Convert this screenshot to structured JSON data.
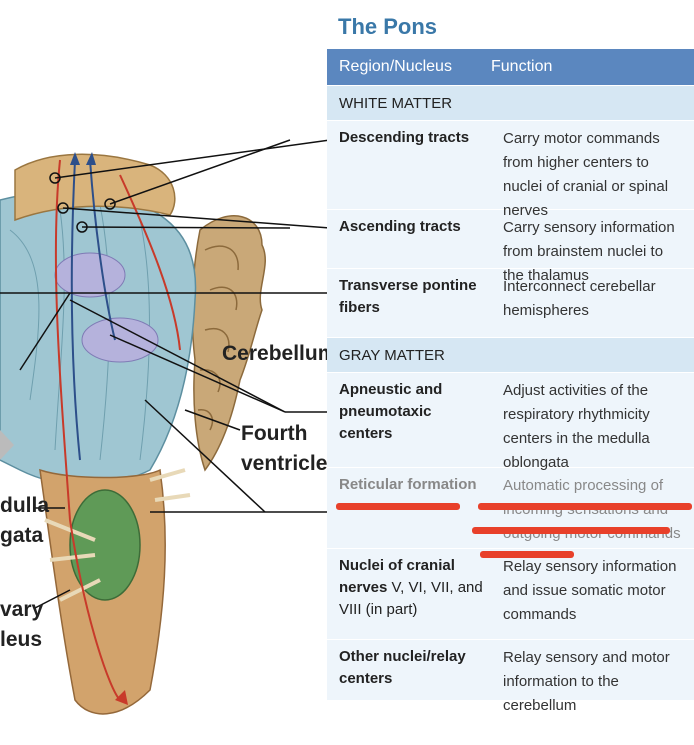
{
  "title": "The Pons",
  "table": {
    "headers": [
      "Region/Nucleus",
      "Function"
    ],
    "sections": [
      {
        "name": "WHITE MATTER",
        "rows": [
          {
            "region": "Descending tracts",
            "function": "Carry motor commands from higher centers to nuclei of cranial or spinal nerves"
          },
          {
            "region": "Ascending tracts",
            "function": "Carry sensory information from brainstem nuclei to the thalamus"
          },
          {
            "region": "Transverse pontine fibers",
            "function": "Interconnect cerebellar hemispheres"
          }
        ]
      },
      {
        "name": "GRAY MATTER",
        "rows": [
          {
            "region": "Apneustic and pneumotaxic centers",
            "function": "Adjust activities of the respiratory rhythmicity centers in the medulla oblongata"
          },
          {
            "region": "Reticular formation",
            "function": "Automatic processing of incoming sensations and outgoing motor commands"
          },
          {
            "region_bold": "Nuclei of cranial nerves",
            "region_rest": "V, VI, VII, and VIII (in part)",
            "function": "Relay sensory information and issue somatic motor commands"
          },
          {
            "region": "Other nuclei/relay centers",
            "function": "Relay sensory and motor information to the cerebellum"
          }
        ]
      }
    ]
  },
  "diagram_labels": {
    "cerebellum": "Cerebellum",
    "fourth_ventricle_1": "Fourth",
    "fourth_ventricle_2": "ventricle",
    "medulla_1": "dulla",
    "medulla_2": "gata",
    "olivary_1": "vary",
    "olivary_2": "leus"
  },
  "colors": {
    "title": "#3a78a8",
    "header_bg": "#5b87bf",
    "section_bg": "#d6e7f3",
    "row_bg": "#eef5fb",
    "redaction": "#e8402a"
  }
}
